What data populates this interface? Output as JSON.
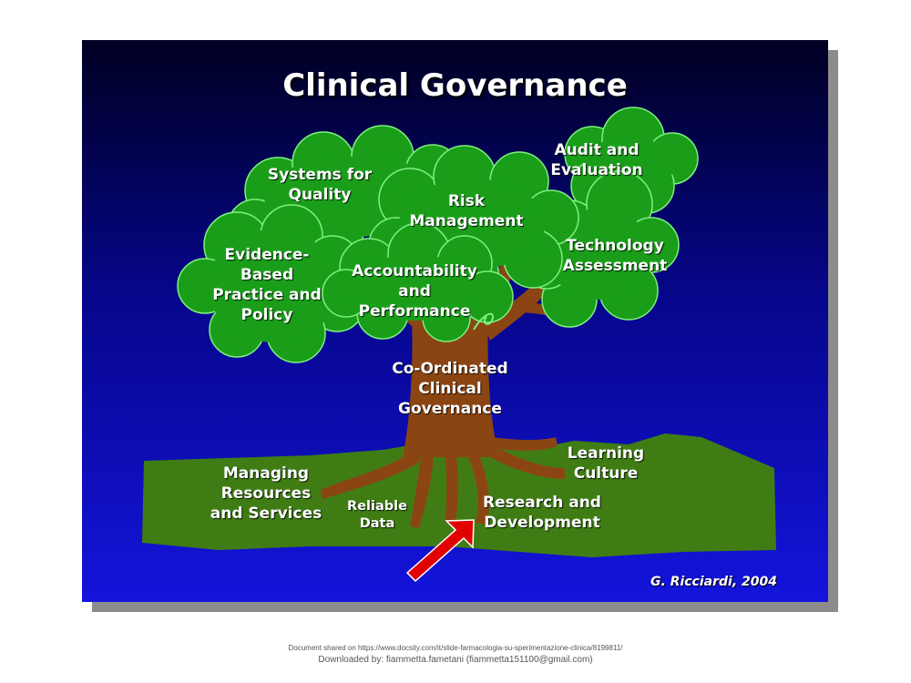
{
  "slide": {
    "title": "Clinical Governance",
    "credit": "G. Ricciardi, 2004",
    "colors": {
      "background_top": "#000033",
      "background_bottom": "#1010d0",
      "canopy": "#1a9e1a",
      "ground": "#3f7d14",
      "trunk": "#8b4513",
      "arrow": "#e00000"
    }
  },
  "tree": {
    "canopy_labels": {
      "systems_quality": "Systems for\nQuality",
      "risk_management": "Risk\nManagement",
      "audit_evaluation": "Audit and\nEvaluation",
      "evidence_based": "Evidence-\nBased\nPractice and\nPolicy",
      "accountability": "Accountability\nand\nPerformance",
      "technology_assessment": "Technology\nAssessment"
    },
    "trunk_label": "Co-Ordinated\nClinical\nGovernance",
    "ground_labels": {
      "managing_resources": "Managing\nResources\nand Services",
      "reliable_data": "Reliable\nData",
      "research_development": "Research and\nDevelopment",
      "learning_culture": "Learning\nCulture"
    }
  },
  "footer": {
    "line1": "Document shared on https://www.docsity.com/it/slide-farmacologia-su-sperimentazione-clinica/8199811/",
    "line2": "Downloaded by: fiammetta.fametani (fiammetta151100@gmail.com)"
  }
}
